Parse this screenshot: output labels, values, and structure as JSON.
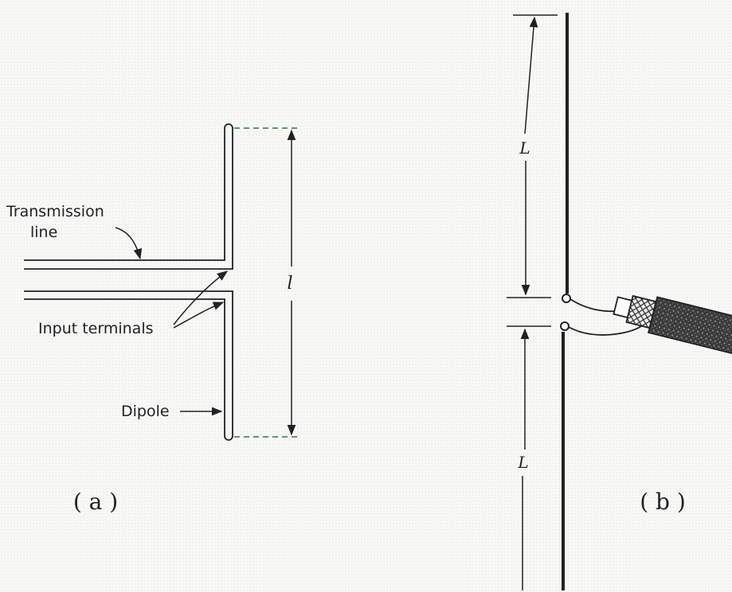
{
  "figure_a": {
    "transmission_line_label": [
      "Transmission",
      "line"
    ],
    "input_terminals_label": "Input terminals",
    "dipole_label": "Dipole",
    "length_label": "l",
    "caption": "( a )"
  },
  "figure_b": {
    "upper_length_label": "L",
    "lower_length_label": "L",
    "caption": "( b )"
  },
  "colors": {
    "ink": "#222222",
    "dashed_line": "#2f7a2f",
    "cable": "#3a3a3a"
  }
}
